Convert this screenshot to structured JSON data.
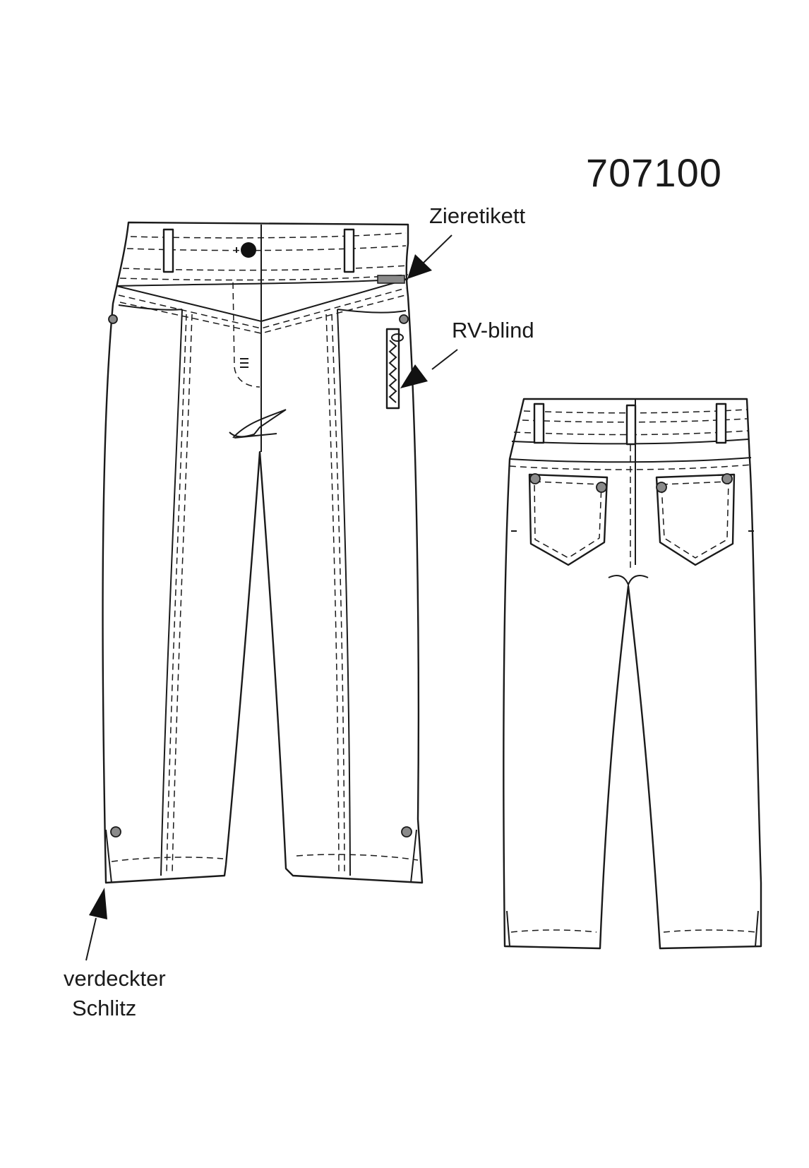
{
  "style_number": "707100",
  "labels": {
    "ziere": "Zieretikett",
    "rv": "RV-blind",
    "verdeckt_line1": "verdeckter",
    "verdeckt_line2": "Schlitz"
  },
  "colors": {
    "line": "#1a1a1a",
    "button_fill": "#8a8a8a",
    "background": "#ffffff"
  }
}
